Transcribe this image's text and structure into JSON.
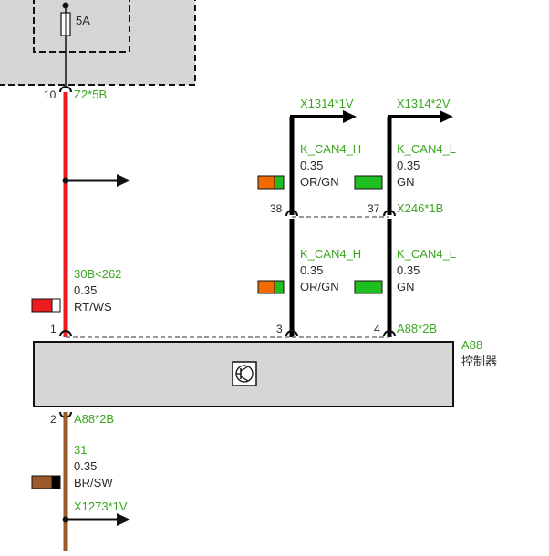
{
  "fuse": {
    "rating": "5A"
  },
  "top_connector": {
    "pin": "10",
    "id": "Z2*5B"
  },
  "wires": {
    "supply": {
      "signal": "30B<262",
      "gauge": "0.35",
      "color_code": "RT/WS",
      "color_primary": "#ee1c1c",
      "color_stripe": "#ffffff"
    },
    "can_h_upper": {
      "signal": "K_CAN4_H",
      "gauge": "0.35",
      "color_code": "OR/GN",
      "color_primary": "#f06a00",
      "color_stripe": "#1fbf1f"
    },
    "can_l_upper": {
      "signal": "K_CAN4_L",
      "gauge": "0.35",
      "color_code": "GN",
      "color_primary": "#1fbf1f"
    },
    "can_h_lower": {
      "signal": "K_CAN4_H",
      "gauge": "0.35",
      "color_code": "OR/GN",
      "color_primary": "#f06a00",
      "color_stripe": "#1fbf1f"
    },
    "can_l_lower": {
      "signal": "K_CAN4_L",
      "gauge": "0.35",
      "color_code": "GN",
      "color_primary": "#1fbf1f"
    },
    "ground": {
      "signal": "31",
      "gauge": "0.35",
      "color_code": "BR/SW",
      "color_primary": "#9b5a2a",
      "color_stripe": "#000000"
    }
  },
  "connectors": {
    "can_h_out": "X1314*1V",
    "can_l_out": "X1314*2V",
    "junction": {
      "id": "X246*1B",
      "pin_h": "38",
      "pin_l": "37"
    },
    "ground_out": "X1273*1V"
  },
  "module": {
    "id": "A88",
    "description": "控制器",
    "top_connector": "A88*2B",
    "bottom_connector": "A88*2B",
    "pins_top": [
      "1",
      "3",
      "4"
    ],
    "pin_bottom": "2",
    "icon": "transistor-icon"
  },
  "colors": {
    "label_green": "#3aa61f",
    "wire_black": "#000000",
    "module_fill": "#d6d6d6"
  }
}
